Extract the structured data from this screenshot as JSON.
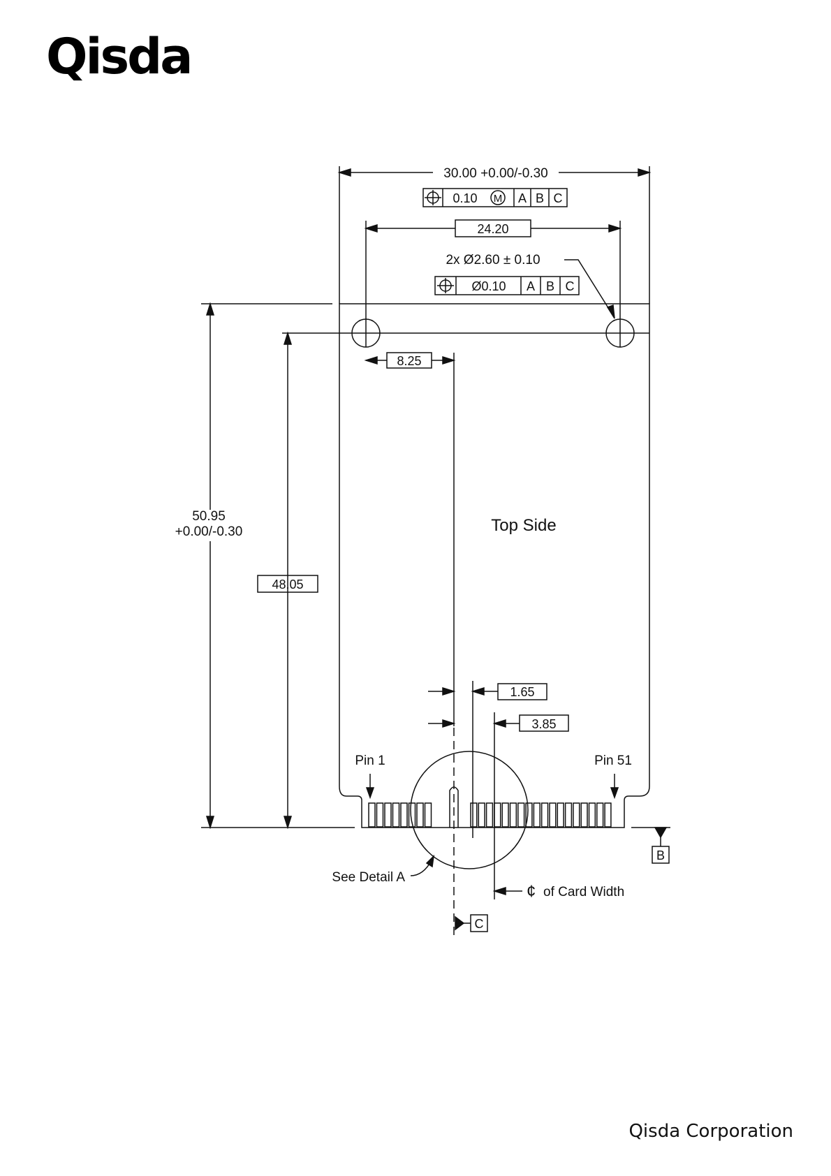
{
  "header": {
    "logo_text": "Qisda"
  },
  "footer": {
    "company": "Qisda Corporation"
  },
  "drawing": {
    "width_dim": "30.00 +0.00/-0.30",
    "fcf1": {
      "tolerance": "0.10",
      "modifier": "M",
      "datums": [
        "A",
        "B",
        "C"
      ]
    },
    "hole_spacing": "24.20",
    "hole_callout": "2x Ø2.60 ± 0.10",
    "fcf2": {
      "tolerance": "Ø0.10",
      "datums": [
        "A",
        "B",
        "C"
      ]
    },
    "hole_offset": "8.25",
    "height_dim_line1": "50.95",
    "height_dim_line2": "+0.00/-0.30",
    "hole_height": "48.05",
    "side_label": "Top Side",
    "key_offset_1": "1.65",
    "key_offset_2": "3.85",
    "pin_first": "Pin 1",
    "pin_last": "Pin 51",
    "detail_label": "See Detail A",
    "centerline_symbol": "¢",
    "centerline_label": "of Card Width",
    "datum_b": "B",
    "datum_c": "C"
  }
}
